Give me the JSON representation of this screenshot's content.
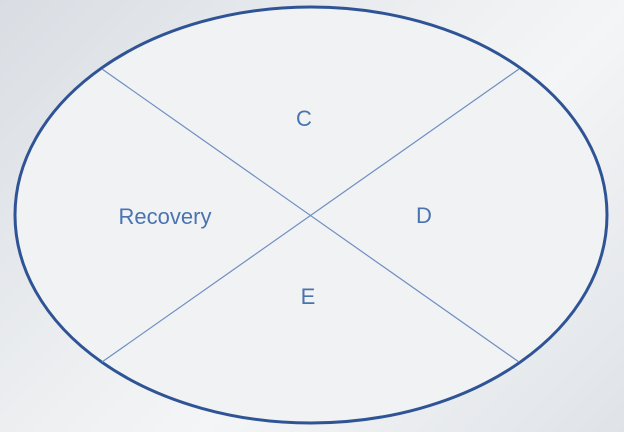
{
  "diagram": {
    "colors": {
      "outline": "#2f5496",
      "divider": "#6f8fc0",
      "fill": "#f1f2f4",
      "label": "#4a74b0"
    },
    "sections": {
      "top": "C",
      "left": "Recovery",
      "right": "D",
      "bottom": "E"
    }
  }
}
